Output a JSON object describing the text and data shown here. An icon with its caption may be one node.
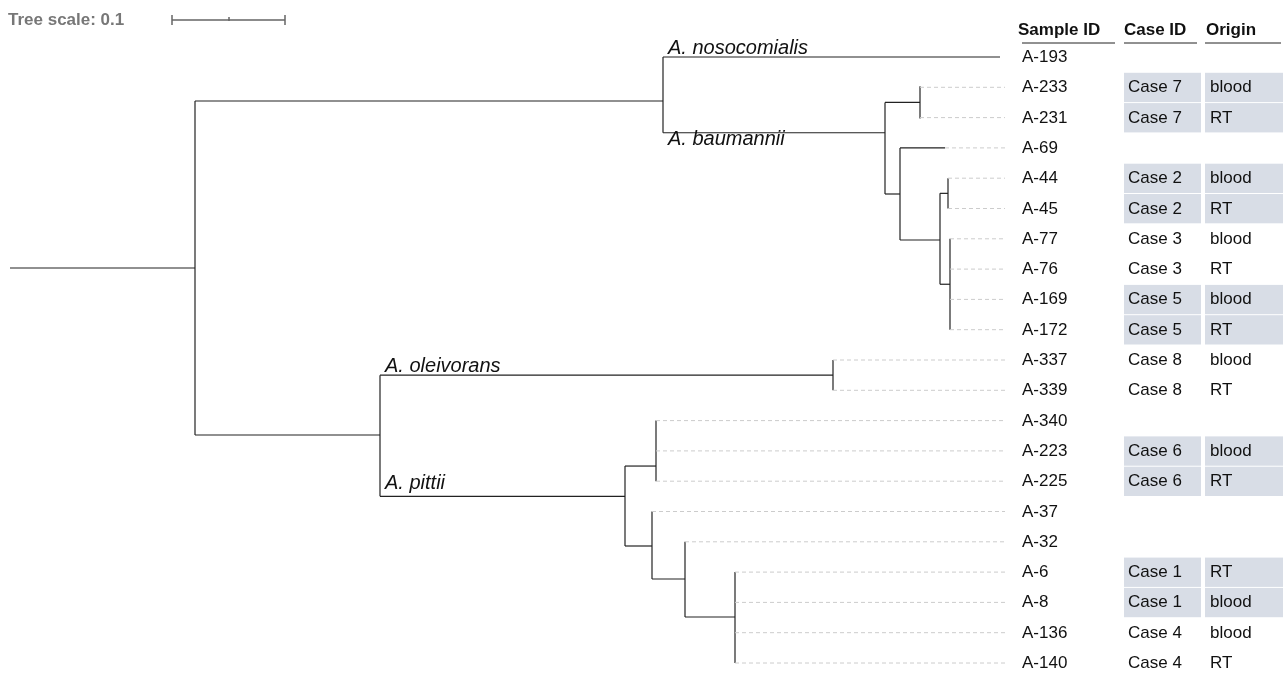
{
  "diagram": {
    "labels": [
      "Tree scale: 0.1",
      "Sample ID",
      "Case ID",
      "Origin",
      "A. nosocomialis",
      "A-193",
      "A-233",
      "Case 7",
      "blood",
      "A-231",
      "Case 7",
      "RT",
      "A. baumannii",
      "A-69",
      "A-44",
      "Case 2",
      "blood",
      "A-45",
      "Case 2",
      "RT",
      "A-77",
      "Case 3",
      "blood",
      "A-76",
      "Case 3",
      "RT",
      "A-169",
      "Case 5",
      "blood",
      "A-172",
      "Case 5",
      "RT",
      "A. oleivorans",
      "A-337",
      "Case 8",
      "blood",
      "A-339",
      "Case 8",
      "RT",
      "A-340",
      "A-223",
      "Case 6",
      "blood",
      "A. pittii",
      "A-225",
      "Case 6",
      "RT",
      "A-37",
      "A-32",
      "A-6",
      "Case 1",
      "RT",
      "A-8",
      "Case 1",
      "blood",
      "A-136",
      "Case 4",
      "blood",
      "A-140",
      "Case 4",
      "RT"
    ]
  }
}
